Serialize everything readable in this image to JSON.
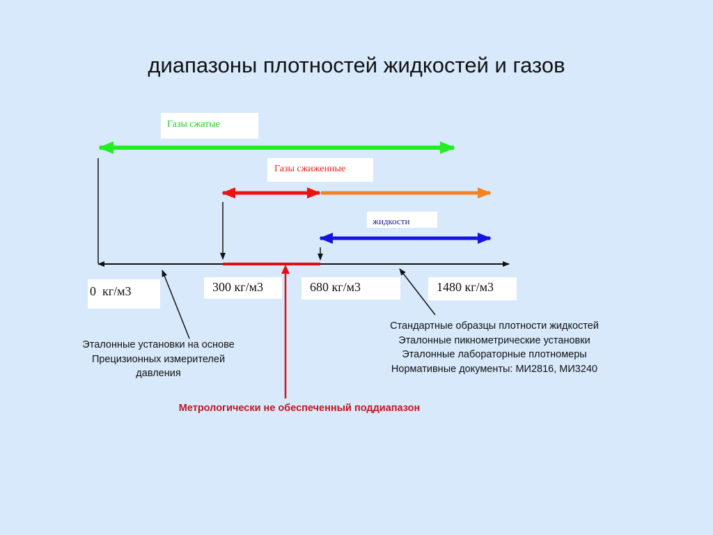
{
  "title": "диапазоны плотностей жидкостей и газов",
  "labels": {
    "compressed_gases": "Газы сжатые",
    "liquefied_gases": "Газы сжиженные",
    "liquids": "жидкости"
  },
  "values": {
    "v0": "0  кг/м3",
    "v300": "300 кг/м3",
    "v680": "680 кг/м3",
    "v1480": "1480 кг/м3"
  },
  "notes": {
    "left": "Эталонные установки на основе\nПрецизионных измерителей давления",
    "right": "Стандартные образцы плотности жидкостей\nЭталонные пикнометрические установки\nЭталонные лабораторные плотномеры\nНормативные документы: МИ2816, МИ3240",
    "red": "Метрологически не обеспеченный поддиапазон"
  },
  "colors": {
    "background": "#d7e9fa",
    "compressed": "#22ee22",
    "liquefied": "#ee1111",
    "liquefied_ext": "#f58220",
    "liquids": "#1414e0",
    "unsupported": "#e01010"
  }
}
